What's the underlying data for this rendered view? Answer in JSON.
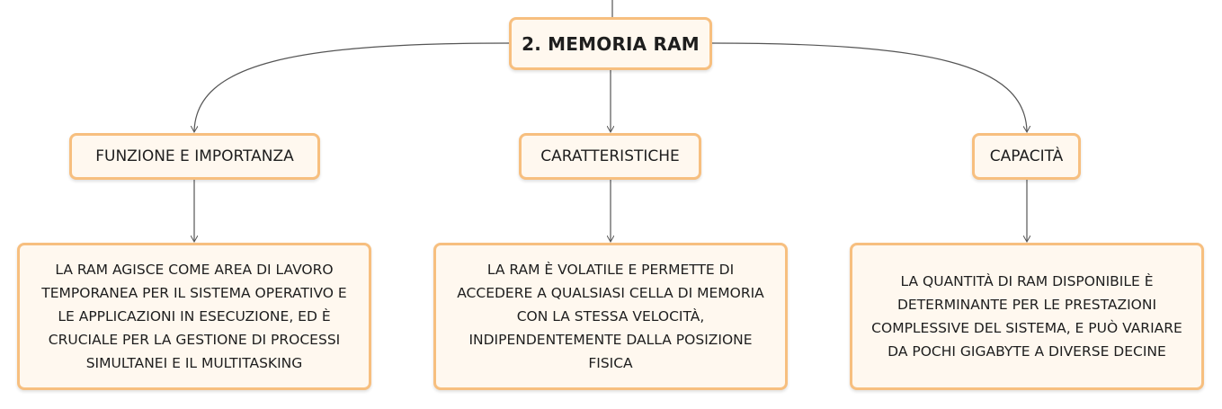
{
  "root": {
    "label": "2. MEMORIA RAM"
  },
  "categories": [
    {
      "label": "FUNZIONE E IMPORTANZA"
    },
    {
      "label": "CARATTERISTICHE"
    },
    {
      "label": "CAPACITÀ"
    }
  ],
  "descriptions": [
    {
      "text": "LA RAM AGISCE COME AREA DI LAVORO TEMPORANEA PER IL SISTEMA OPERATIVO E LE APPLICAZIONI IN ESECUZIONE, ED È CRUCIALE PER LA GESTIONE DI PROCESSI SIMULTANEI E IL MULTITASKING"
    },
    {
      "text": "LA RAM È VOLATILE E PERMETTE DI ACCEDERE A QUALSIASI CELLA DI MEMORIA CON LA STESSA VELOCITÀ, INDIPENDENTEMENTE DALLA POSIZIONE FISICA"
    },
    {
      "text": "LA QUANTITÀ DI RAM DISPONIBILE È DETERMINANTE PER LE PRESTAZIONI COMPLESSIVE DEL SISTEMA, E PUÒ VARIARE DA POCHI GIGABYTE A DIVERSE DECINE"
    }
  ],
  "colors": {
    "node_border": "#f7bf7f",
    "node_fill": "#fff8ef",
    "connector": "#555555"
  }
}
